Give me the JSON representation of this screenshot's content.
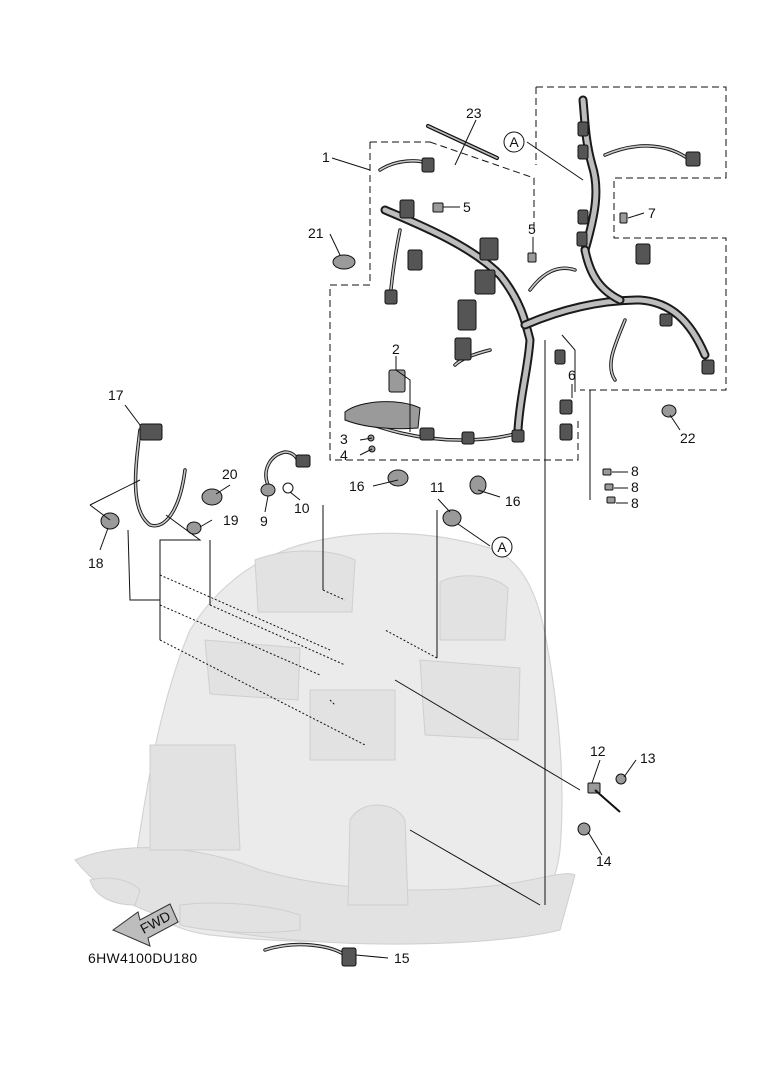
{
  "diagram_code": "6HW4100DU180",
  "fwd_label": "FWD",
  "ref_marker": "A",
  "callouts": [
    "1",
    "2",
    "3",
    "4",
    "5",
    "5",
    "6",
    "7",
    "8",
    "8",
    "8",
    "9",
    "10",
    "11",
    "12",
    "13",
    "14",
    "15",
    "16",
    "16",
    "17",
    "18",
    "19",
    "20",
    "21",
    "22",
    "23"
  ],
  "colors": {
    "line": "#111111",
    "engine_fill": "#ebebeb",
    "engine_stroke": "#d4d4d4"
  }
}
